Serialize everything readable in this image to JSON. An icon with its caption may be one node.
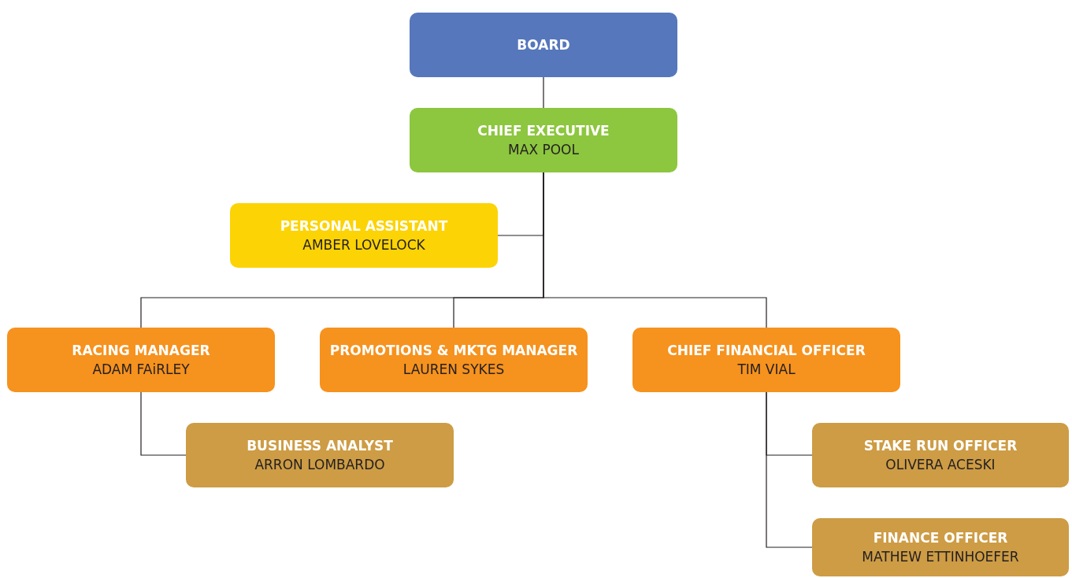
{
  "diagram": {
    "nodes": [
      {
        "text": [
          "BOARD"
        ]
      },
      {
        "text": [
          "CHIEF EXECUTIVE",
          "MAX POOL"
        ]
      },
      {
        "text": [
          "PERSONAL ASSISTANT",
          "AMBER LOVELOCK"
        ]
      },
      {
        "text": [
          "RACING MANAGER",
          "ADAM FAiRLEY"
        ]
      },
      {
        "text": [
          "PROMOTIONS & MKTG MANAGER",
          "LAUREN SYKES"
        ]
      },
      {
        "text": [
          "CHIEF FINANCIAL OFFICER",
          "TIM VIAL"
        ]
      },
      {
        "text": [
          "BUSINESS ANALYST",
          "ARRON LOMBARDO"
        ]
      },
      {
        "text": [
          "STAKE RUN OFFICER",
          "OLIVERA ACESKI"
        ]
      },
      {
        "text": [
          "FINANCE OFFICER",
          "MATHEW ETTINHOEFER"
        ]
      }
    ],
    "edges": [
      {
        "from": 0,
        "to": 1,
        "arrow": "none"
      },
      {
        "from": 1,
        "to": 2,
        "arrow": "none"
      },
      {
        "from": 1,
        "to": 3,
        "arrow": "none"
      },
      {
        "from": 1,
        "to": 4,
        "arrow": "none"
      },
      {
        "from": 1,
        "to": 5,
        "arrow": "none"
      },
      {
        "from": 3,
        "to": 6,
        "arrow": "none"
      },
      {
        "from": 5,
        "to": 7,
        "arrow": "none"
      },
      {
        "from": 5,
        "to": 8,
        "arrow": "none"
      }
    ]
  }
}
